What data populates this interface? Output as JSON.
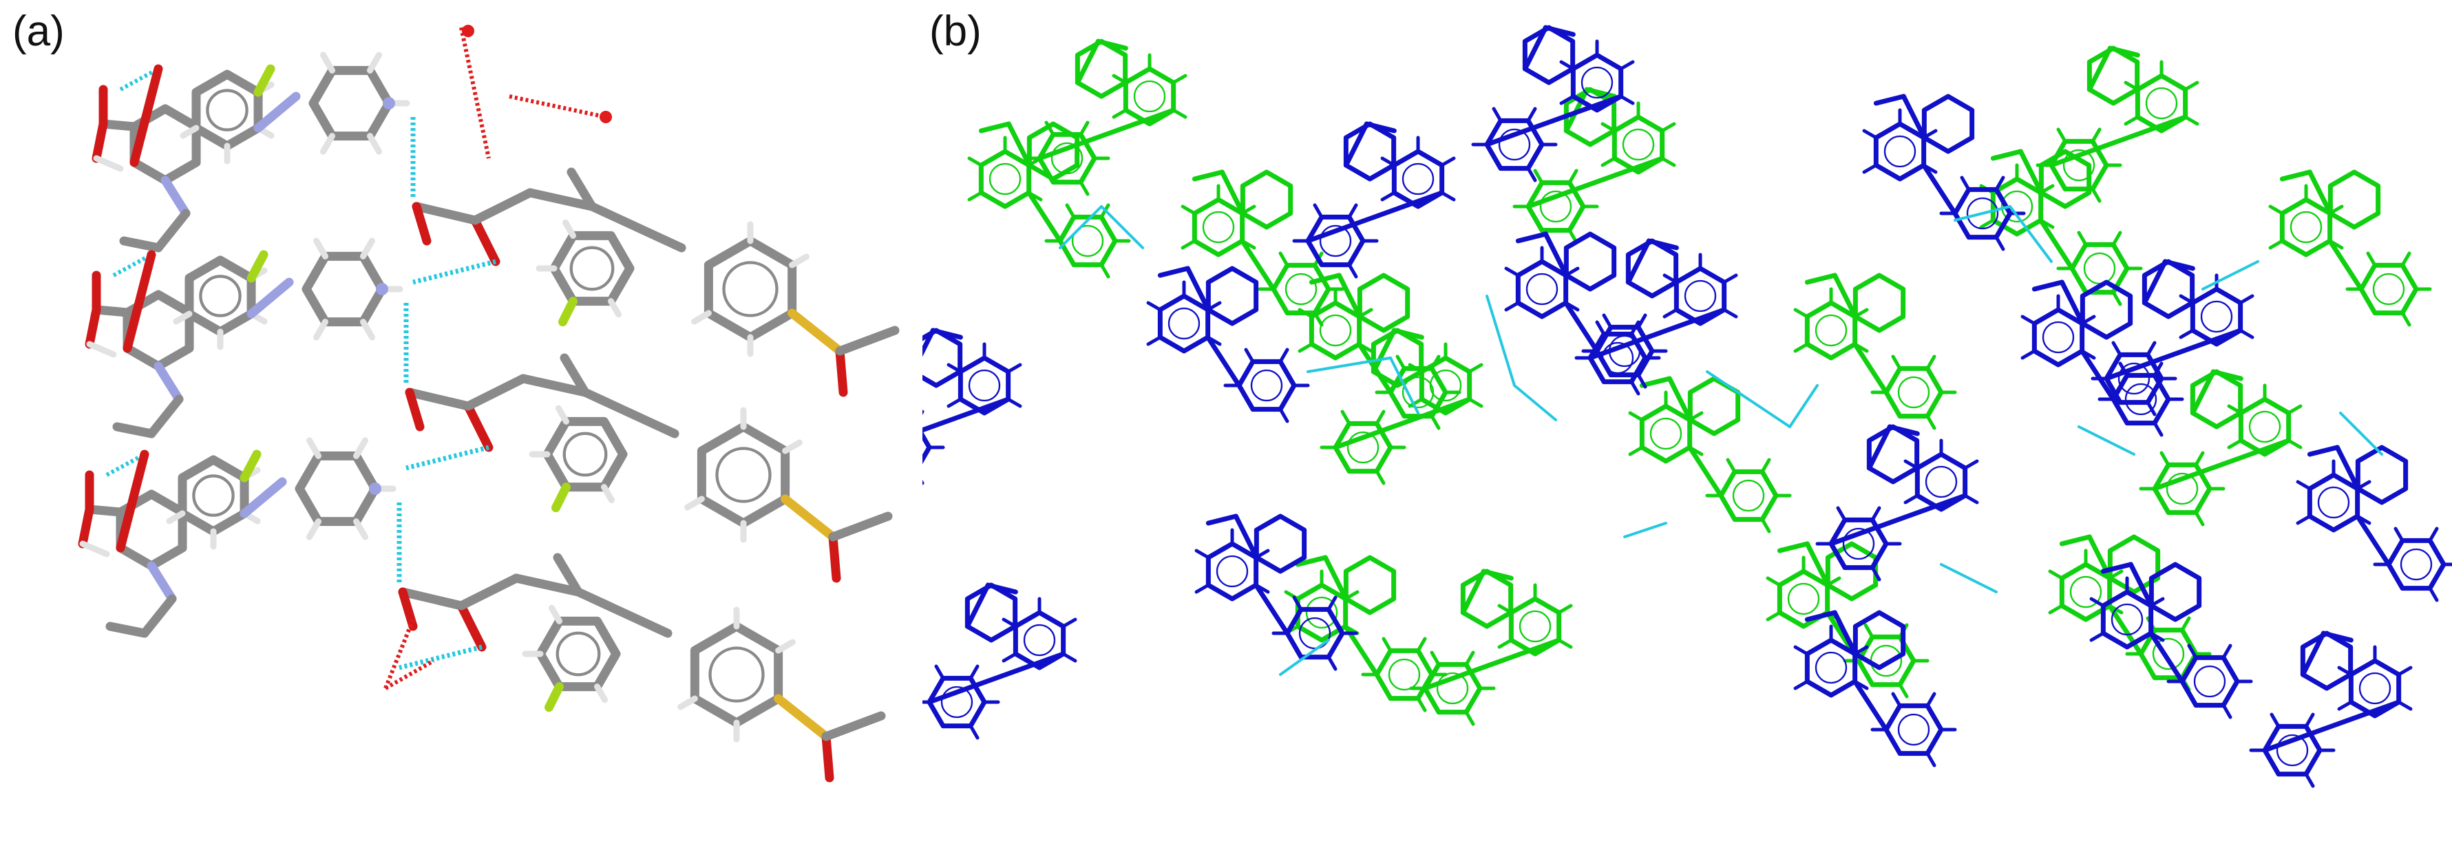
{
  "figure": {
    "panels": [
      {
        "label": "(a)",
        "description_name": "ball-and-stick-hydrogen-bond-view"
      },
      {
        "label": "(b)",
        "description_name": "colored-packing-view"
      }
    ]
  },
  "colors": {
    "carbon": "#8a8a8a",
    "hydrogen": "#e2e2e2",
    "nitrogen": "#9aa0e0",
    "oxygen": "#d01818",
    "fluorine": "#a6d61a",
    "sulfur": "#e0b42a",
    "hbond": "#25c8e0",
    "contact": "#e01c1c",
    "molecule_a": "#10d010",
    "molecule_b": "#1010c8"
  }
}
